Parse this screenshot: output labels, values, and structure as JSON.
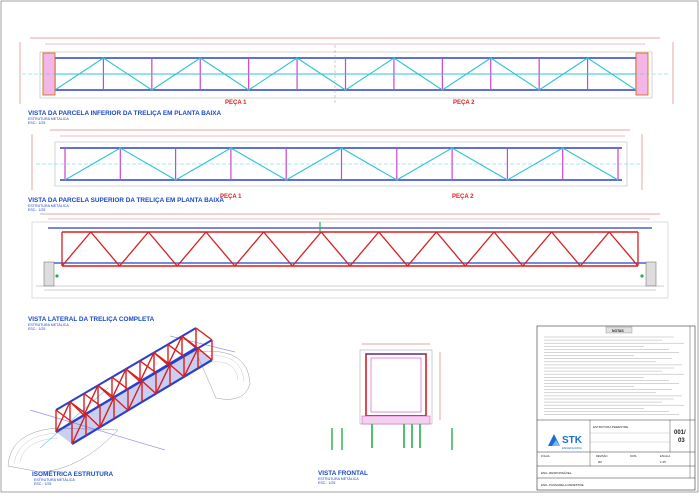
{
  "views": {
    "bottom_plan": {
      "title": "VISTA DA PARCELA INFERIOR DA TRELIÇA EM PLANTA BAIXA",
      "sub1": "ESTRUTURA METÁLICA",
      "sub2": "ESC.: 1/25"
    },
    "top_plan": {
      "title": "VISTA DA PARCELA SUPERIOR DA TRELIÇA EM PLANTA BAIXA",
      "sub1": "ESTRUTURA METÁLICA",
      "sub2": "ESC.: 1/25"
    },
    "side": {
      "title": "VISTA LATERAL DA TRELIÇA COMPLETA",
      "sub1": "ESTRUTURA METÁLICA",
      "sub2": "ESC.: 1/25"
    },
    "iso": {
      "title": "ISOMÉTRICA ESTRUTURA",
      "sub1": "ESTRUTURA METÁLICA",
      "sub2": "ESC.: 1/25"
    },
    "front": {
      "title": "VISTA FRONTAL",
      "sub1": "ESTRUTURA METÁLICA",
      "sub2": "ESC.: 1/25"
    }
  },
  "pieces": {
    "p1": "PEÇA 1",
    "p2": "PEÇA 2"
  },
  "notes_header": "NOTAS",
  "title_block": {
    "logo": "STK",
    "logo_sub": "ENGENHARIA",
    "project": "ESTRUTURA PEDESTRE",
    "sheet_num": "001/",
    "sheet_total": "03",
    "label_folha": "FOLHA",
    "label_revisao": "REVISÃO",
    "label_data": "DATA",
    "label_escala": "ESCALA",
    "rev": "R0",
    "escala": "1:25",
    "footer1": "ENG. RESPONSÁVEL",
    "footer2": "ENG. PASSARELA PEDESTRE"
  },
  "colors": {
    "chord": "#2b40c8",
    "diag_plan": "#2ec4d6",
    "vert_plan": "#cc44cc",
    "side_truss": "#d91e1e",
    "dims": "#c82020"
  }
}
